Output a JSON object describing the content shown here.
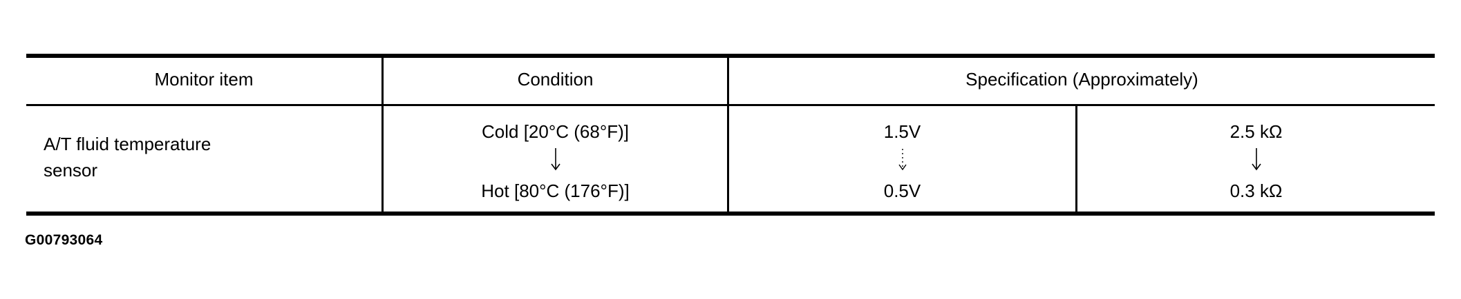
{
  "table": {
    "headers": {
      "monitor_item": "Monitor item",
      "condition": "Condition",
      "specification": "Specification (Approximately)"
    },
    "rows": [
      {
        "monitor_item": "A/T fluid temperature sensor",
        "monitor_item_lines": [
          "A/T fluid temperature",
          "sensor"
        ],
        "condition": {
          "from": "Cold [20°C (68°F)]",
          "to": "Hot [80°C (176°F)]",
          "arrow": "down-arrow-icon"
        },
        "voltage": {
          "from": "1.5V",
          "to": "0.5V",
          "arrow": "dotted-down-arrow-icon"
        },
        "resistance": {
          "from": "2.5 kΩ",
          "to": "0.3 kΩ",
          "arrow": "down-arrow-icon"
        }
      }
    ]
  },
  "footer": {
    "figure_code": "G00793064"
  },
  "colors": {
    "ink": "#000000",
    "background": "#ffffff"
  }
}
